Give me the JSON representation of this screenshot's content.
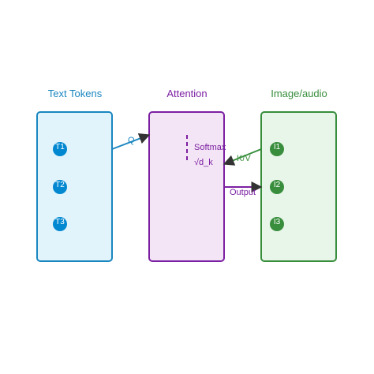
{
  "columns": {
    "text": {
      "title": "Text Tokens",
      "color": "#1a86c0",
      "fill": "#e1f4fb",
      "tokens": [
        "T1",
        "T2",
        "T3"
      ]
    },
    "attention": {
      "title": "Attention",
      "color": "#7b1fa2",
      "fill": "#f3e5f5",
      "ops": [
        "Softmax",
        "√d_k"
      ]
    },
    "media": {
      "title": "Image/audio",
      "color": "#388e3c",
      "fill": "#e8f5e9",
      "tokens": [
        "I1",
        "I2",
        "I3"
      ]
    }
  },
  "edges": {
    "query": "Q",
    "key_value": "K/V",
    "output": "Output"
  },
  "colors": {
    "token_text": "#0288d1",
    "token_media": "#388e3c",
    "arrow_head": "#333333"
  }
}
